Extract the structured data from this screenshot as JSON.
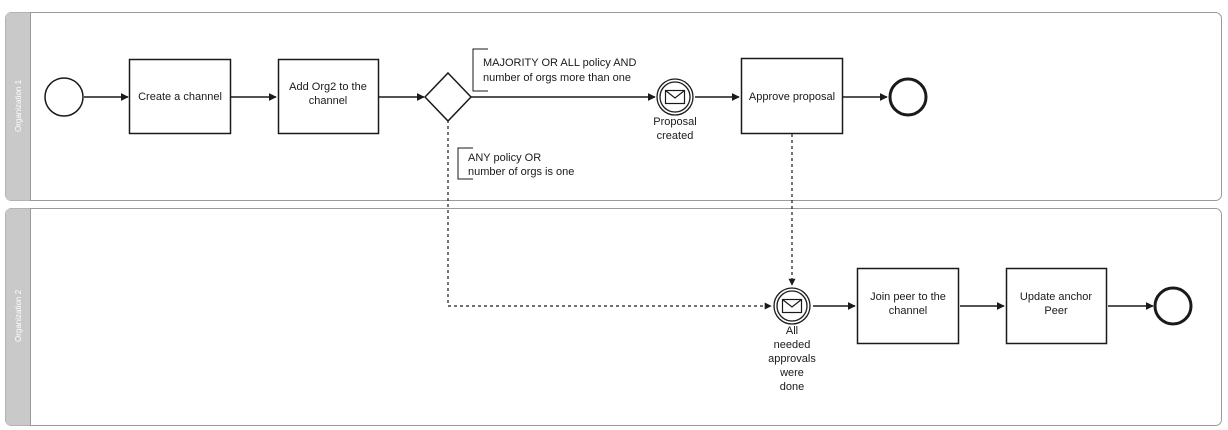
{
  "lanes": {
    "lane1": "Organization 1",
    "lane2": "Organization 2"
  },
  "tasks": {
    "create_channel": "Create a channel",
    "add_org2": [
      "Add Org2 to the",
      "channel"
    ],
    "approve_proposal": "Approve proposal",
    "join_peer": [
      "Join peer to the",
      "channel"
    ],
    "update_anchor": [
      "Update anchor",
      "Peer"
    ]
  },
  "annotations": {
    "majority": [
      "MAJORITY OR ALL policy AND",
      "number of orgs more than one"
    ],
    "any": [
      "ANY policy OR",
      "number of orgs is one"
    ]
  },
  "events": {
    "proposal_created": [
      "Proposal",
      "created"
    ],
    "approvals_done": [
      "All",
      "needed",
      "approvals",
      "were",
      "done"
    ]
  }
}
